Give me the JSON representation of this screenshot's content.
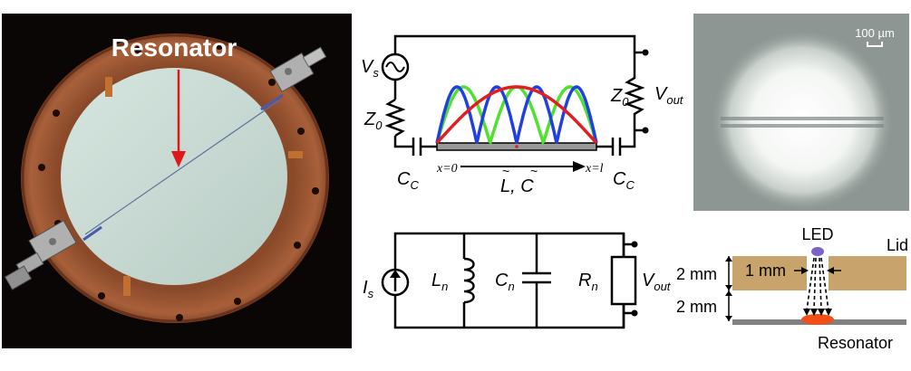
{
  "photo": {
    "label": "Resonator"
  },
  "circuit_top": {
    "source": "V",
    "source_sub": "s",
    "z_left": "Z",
    "z_left_sub": "0",
    "z_right": "Z",
    "z_right_sub": "0",
    "vout": "V",
    "vout_sub": "out",
    "cc_left": "C",
    "cc_left_sub": "C",
    "cc_right": "C",
    "cc_right_sub": "C",
    "x_start": "x=0",
    "x_end": "x=l",
    "lc_label": "L, C",
    "mode_colors": [
      "#2040e0",
      "#e02020",
      "#50e030"
    ]
  },
  "circuit_bottom": {
    "source": "I",
    "source_sub": "s",
    "inductor": "L",
    "inductor_sub": "n",
    "capacitor": "C",
    "capacitor_sub": "n",
    "resistor": "R",
    "resistor_sub": "n",
    "vout": "V",
    "vout_sub": "out"
  },
  "micrograph": {
    "scale_label": "100 µm"
  },
  "cross_section": {
    "led_label": "LED",
    "lid_label": "Lid",
    "dim_top": "2 mm",
    "dim_bottom": "2 mm",
    "hole_label": "1 mm",
    "resonator_label": "Resonator",
    "colors": {
      "lid": "#c8a46c",
      "led": "#7a62c8",
      "spot": "#f05018",
      "substrate": "#808080"
    }
  }
}
